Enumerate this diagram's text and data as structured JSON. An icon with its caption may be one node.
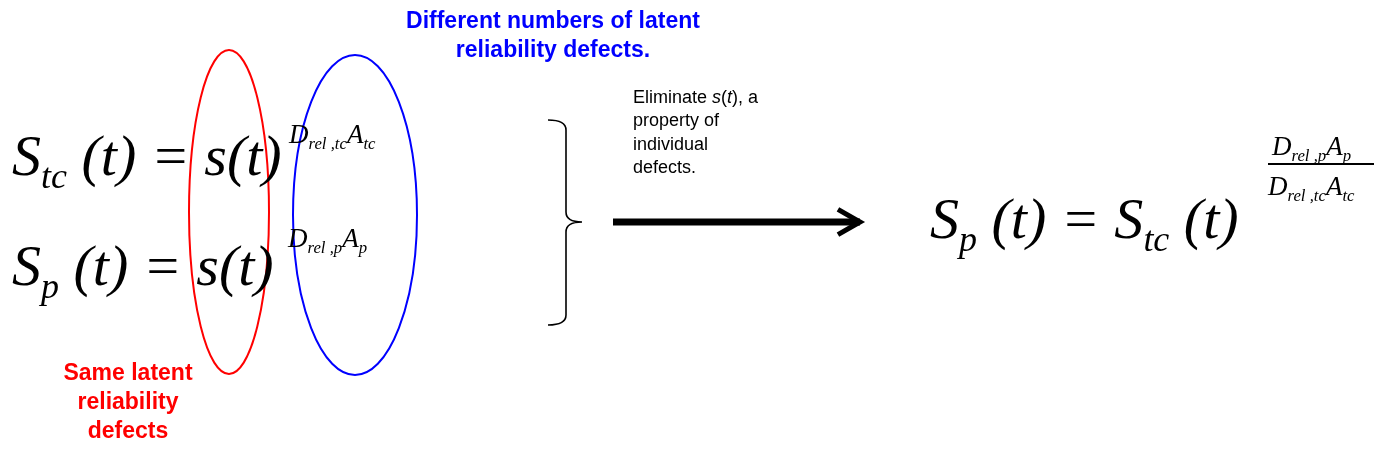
{
  "diagram": {
    "nodes": [
      {
        "text": [
          "Same latent reliability defects"
        ]
      },
      {
        "text": [
          "Different numbers of latent reliability defects."
        ]
      },
      {
        "text": [
          "S$_{p}$ (t) = S$_{tc}$ (t)",
          "D$_{rel ,p}$A$_{p}$",
          "D$_{rel ,tc}$A$_{tc}$"
        ]
      }
    ],
    "edges": [
      {
        "from": null,
        "to": 2,
        "arrow": "to",
        "label": "Eliminate *s*(*t*), a property of individual defects."
      }
    ],
    "labels": [
      "S$_{tc}$ (t) = s(t)",
      "D$_{rel ,tc}$A$_{tc}$",
      "S$_{p}$ (t) = s(t)",
      "D$_{rel ,p}$A$_{p}$"
    ]
  }
}
